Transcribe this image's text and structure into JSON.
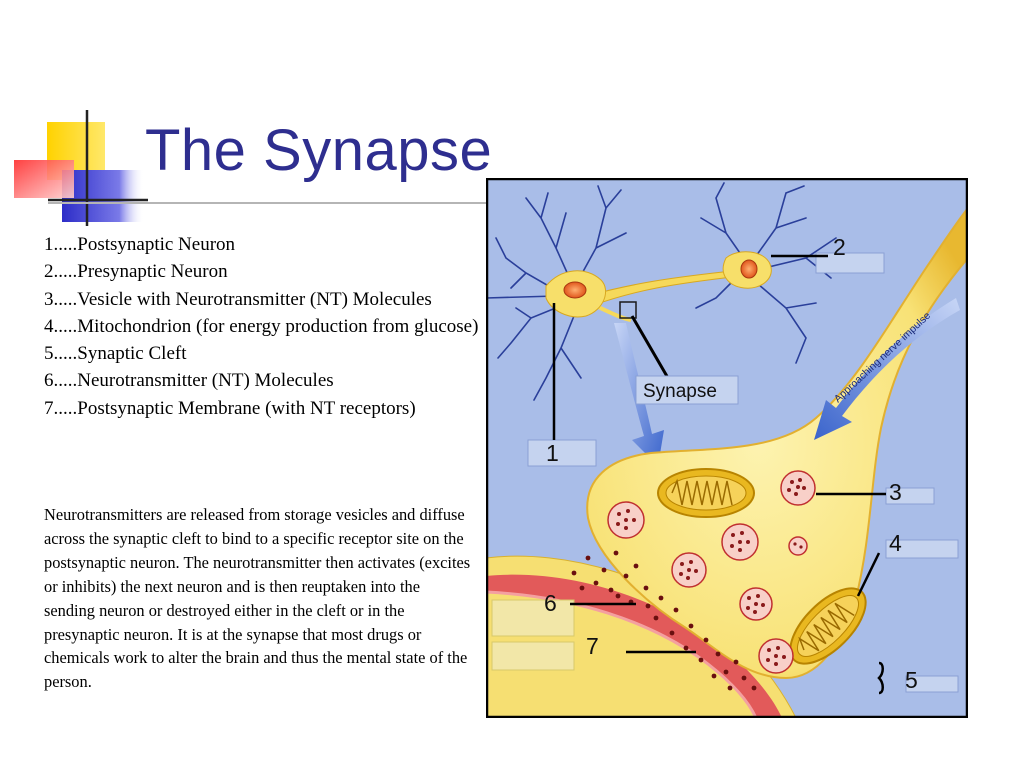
{
  "slide": {
    "title": "The Synapse"
  },
  "legend": {
    "items": [
      "1.....Postsynaptic Neuron",
      "2.....Presynaptic Neuron",
      "3.....Vesicle with Neurotransmitter (NT) Molecules",
      "4.....Mitochondrion (for energy production from glucose)",
      "5.....Synaptic Cleft",
      "6.....Neurotransmitter (NT) Molecules",
      "7.....Postsynaptic Membrane (with NT receptors)"
    ]
  },
  "description": "Neurotransmitters are released from storage vesicles and diffuse across the synaptic cleft to bind to a specific receptor site on the postsynaptic neuron. The neurotransmitter then activates (excites or inhibits) the next neuron and is then reuptaken into the sending neuron or destroyed either in the cleft or in the presynaptic neuron. It is at the synapse that most drugs or chemicals work to alter the brain and thus the mental state of the person.",
  "diagram": {
    "callouts": {
      "synapse": "Synapse",
      "impulse": "Approaching nerve impulse",
      "n1": "1",
      "n2": "2",
      "n3": "3",
      "n4": "4",
      "n5": "5",
      "n6": "6",
      "n7": "7"
    }
  },
  "colors": {
    "title": "#2e2e8f",
    "background_blue": "#a9bde8",
    "terminal_yellow": "#f7e37a",
    "membrane_red": "#e25a5a",
    "arrow_blue": "#3a64cc",
    "deco_yellow": "#ffd200",
    "deco_blue": "#3b3bd1",
    "deco_red": "#ff4040"
  }
}
